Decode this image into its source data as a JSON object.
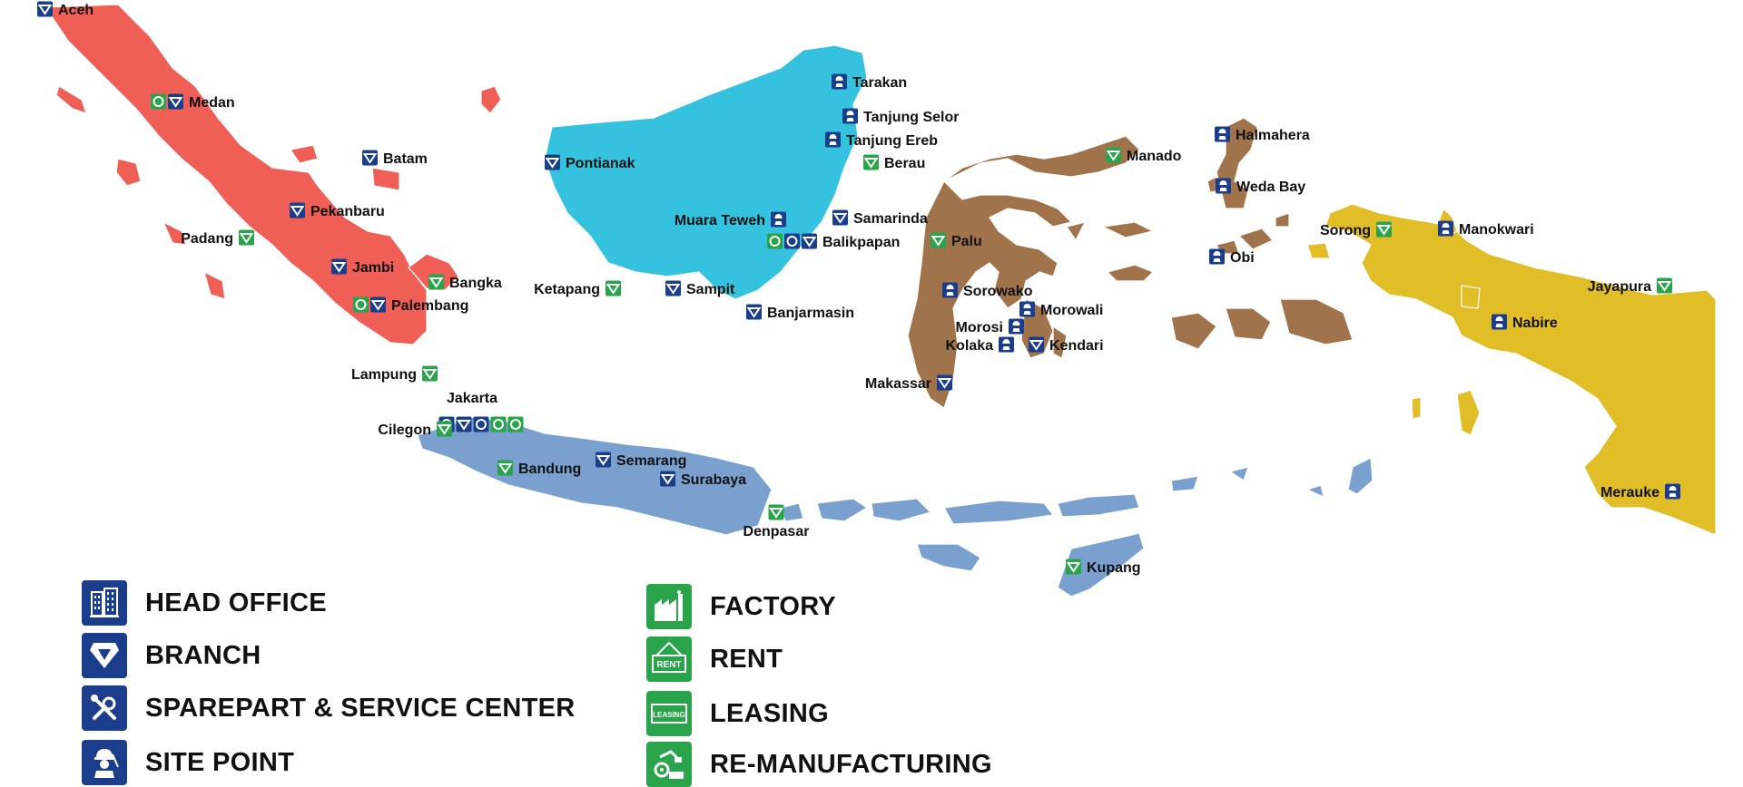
{
  "colors": {
    "sumatra": "#ef5f55",
    "kalimantan": "#35c2df",
    "java_bali_nusa": "#7aa0cf",
    "sulawesi_maluku": "#a0734b",
    "papua": "#e1bd28",
    "icon_blue": "#1a3e8c",
    "icon_green": "#2aa44a"
  },
  "locations": [
    {
      "name": "Aceh",
      "icons": [
        "branch-icon"
      ]
    },
    {
      "name": "Medan",
      "icons": [
        "remanufacturing-icon",
        "branch-icon"
      ]
    },
    {
      "name": "Batam",
      "icons": [
        "branch-icon"
      ]
    },
    {
      "name": "Pekanbaru",
      "icons": [
        "branch-icon"
      ]
    },
    {
      "name": "Padang",
      "icons": [
        "rent-icon"
      ]
    },
    {
      "name": "Jambi",
      "icons": [
        "branch-icon"
      ]
    },
    {
      "name": "Bangka",
      "icons": [
        "rent-icon"
      ]
    },
    {
      "name": "Palembang",
      "icons": [
        "remanufacturing-icon",
        "branch-icon"
      ]
    },
    {
      "name": "Lampung",
      "icons": [
        "rent-icon"
      ]
    },
    {
      "name": "Jakarta",
      "icons": [
        "head-office-icon",
        "branch-icon",
        "sparepart-icon",
        "factory-icon",
        "leasing-icon"
      ]
    },
    {
      "name": "Cilegon",
      "icons": [
        "rent-icon"
      ]
    },
    {
      "name": "Bandung",
      "icons": [
        "rent-icon"
      ]
    },
    {
      "name": "Semarang",
      "icons": [
        "branch-icon"
      ]
    },
    {
      "name": "Surabaya",
      "icons": [
        "branch-icon"
      ]
    },
    {
      "name": "Denpasar",
      "icons": [
        "rent-icon"
      ]
    },
    {
      "name": "Kupang",
      "icons": [
        "rent-icon"
      ]
    },
    {
      "name": "Pontianak",
      "icons": [
        "branch-icon"
      ]
    },
    {
      "name": "Ketapang",
      "icons": [
        "rent-icon"
      ]
    },
    {
      "name": "Sampit",
      "icons": [
        "branch-icon"
      ]
    },
    {
      "name": "Banjarmasin",
      "icons": [
        "branch-icon"
      ]
    },
    {
      "name": "Muara Teweh",
      "icons": [
        "site-point-icon"
      ]
    },
    {
      "name": "Samarinda",
      "icons": [
        "branch-icon"
      ]
    },
    {
      "name": "Balikpapan",
      "icons": [
        "remanufacturing-icon",
        "sparepart-icon",
        "branch-icon"
      ]
    },
    {
      "name": "Tarakan",
      "icons": [
        "site-point-icon"
      ]
    },
    {
      "name": "Tanjung Selor",
      "icons": [
        "site-point-icon"
      ]
    },
    {
      "name": "Tanjung Ereb",
      "icons": [
        "site-point-icon"
      ]
    },
    {
      "name": "Berau",
      "icons": [
        "rent-icon"
      ]
    },
    {
      "name": "Manado",
      "icons": [
        "rent-icon"
      ]
    },
    {
      "name": "Palu",
      "icons": [
        "rent-icon"
      ]
    },
    {
      "name": "Sorowako",
      "icons": [
        "site-point-icon"
      ]
    },
    {
      "name": "Morowali",
      "icons": [
        "site-point-icon"
      ]
    },
    {
      "name": "Morosi",
      "icons": [
        "site-point-icon"
      ]
    },
    {
      "name": "Kolaka",
      "icons": [
        "site-point-icon"
      ]
    },
    {
      "name": "Kendari",
      "icons": [
        "branch-icon"
      ]
    },
    {
      "name": "Makassar",
      "icons": [
        "branch-icon"
      ]
    },
    {
      "name": "Halmahera",
      "icons": [
        "site-point-icon"
      ]
    },
    {
      "name": "Weda Bay",
      "icons": [
        "site-point-icon"
      ]
    },
    {
      "name": "Obi",
      "icons": [
        "site-point-icon"
      ]
    },
    {
      "name": "Sorong",
      "icons": [
        "rent-icon"
      ]
    },
    {
      "name": "Manokwari",
      "icons": [
        "site-point-icon"
      ]
    },
    {
      "name": "Jayapura",
      "icons": [
        "rent-icon"
      ]
    },
    {
      "name": "Nabire",
      "icons": [
        "site-point-icon"
      ]
    },
    {
      "name": "Merauke",
      "icons": [
        "site-point-icon"
      ]
    }
  ],
  "legend": {
    "head_office": {
      "label": "HEAD OFFICE",
      "icon": "head-office-icon"
    },
    "branch": {
      "label": "BRANCH",
      "icon": "branch-icon"
    },
    "sparepart": {
      "label": "SPAREPART & SERVICE CENTER",
      "icon": "sparepart-icon"
    },
    "site_point": {
      "label": "SITE POINT",
      "icon": "site-point-icon"
    },
    "factory": {
      "label": "FACTORY",
      "icon": "factory-icon"
    },
    "rent": {
      "label": "RENT",
      "icon": "rent-icon",
      "icon_text": "RENT"
    },
    "leasing": {
      "label": "LEASING",
      "icon": "leasing-icon",
      "icon_text": "LEASING"
    },
    "remanufacturing": {
      "label": "RE-MANUFACTURING",
      "icon": "remanufacturing-icon"
    }
  }
}
